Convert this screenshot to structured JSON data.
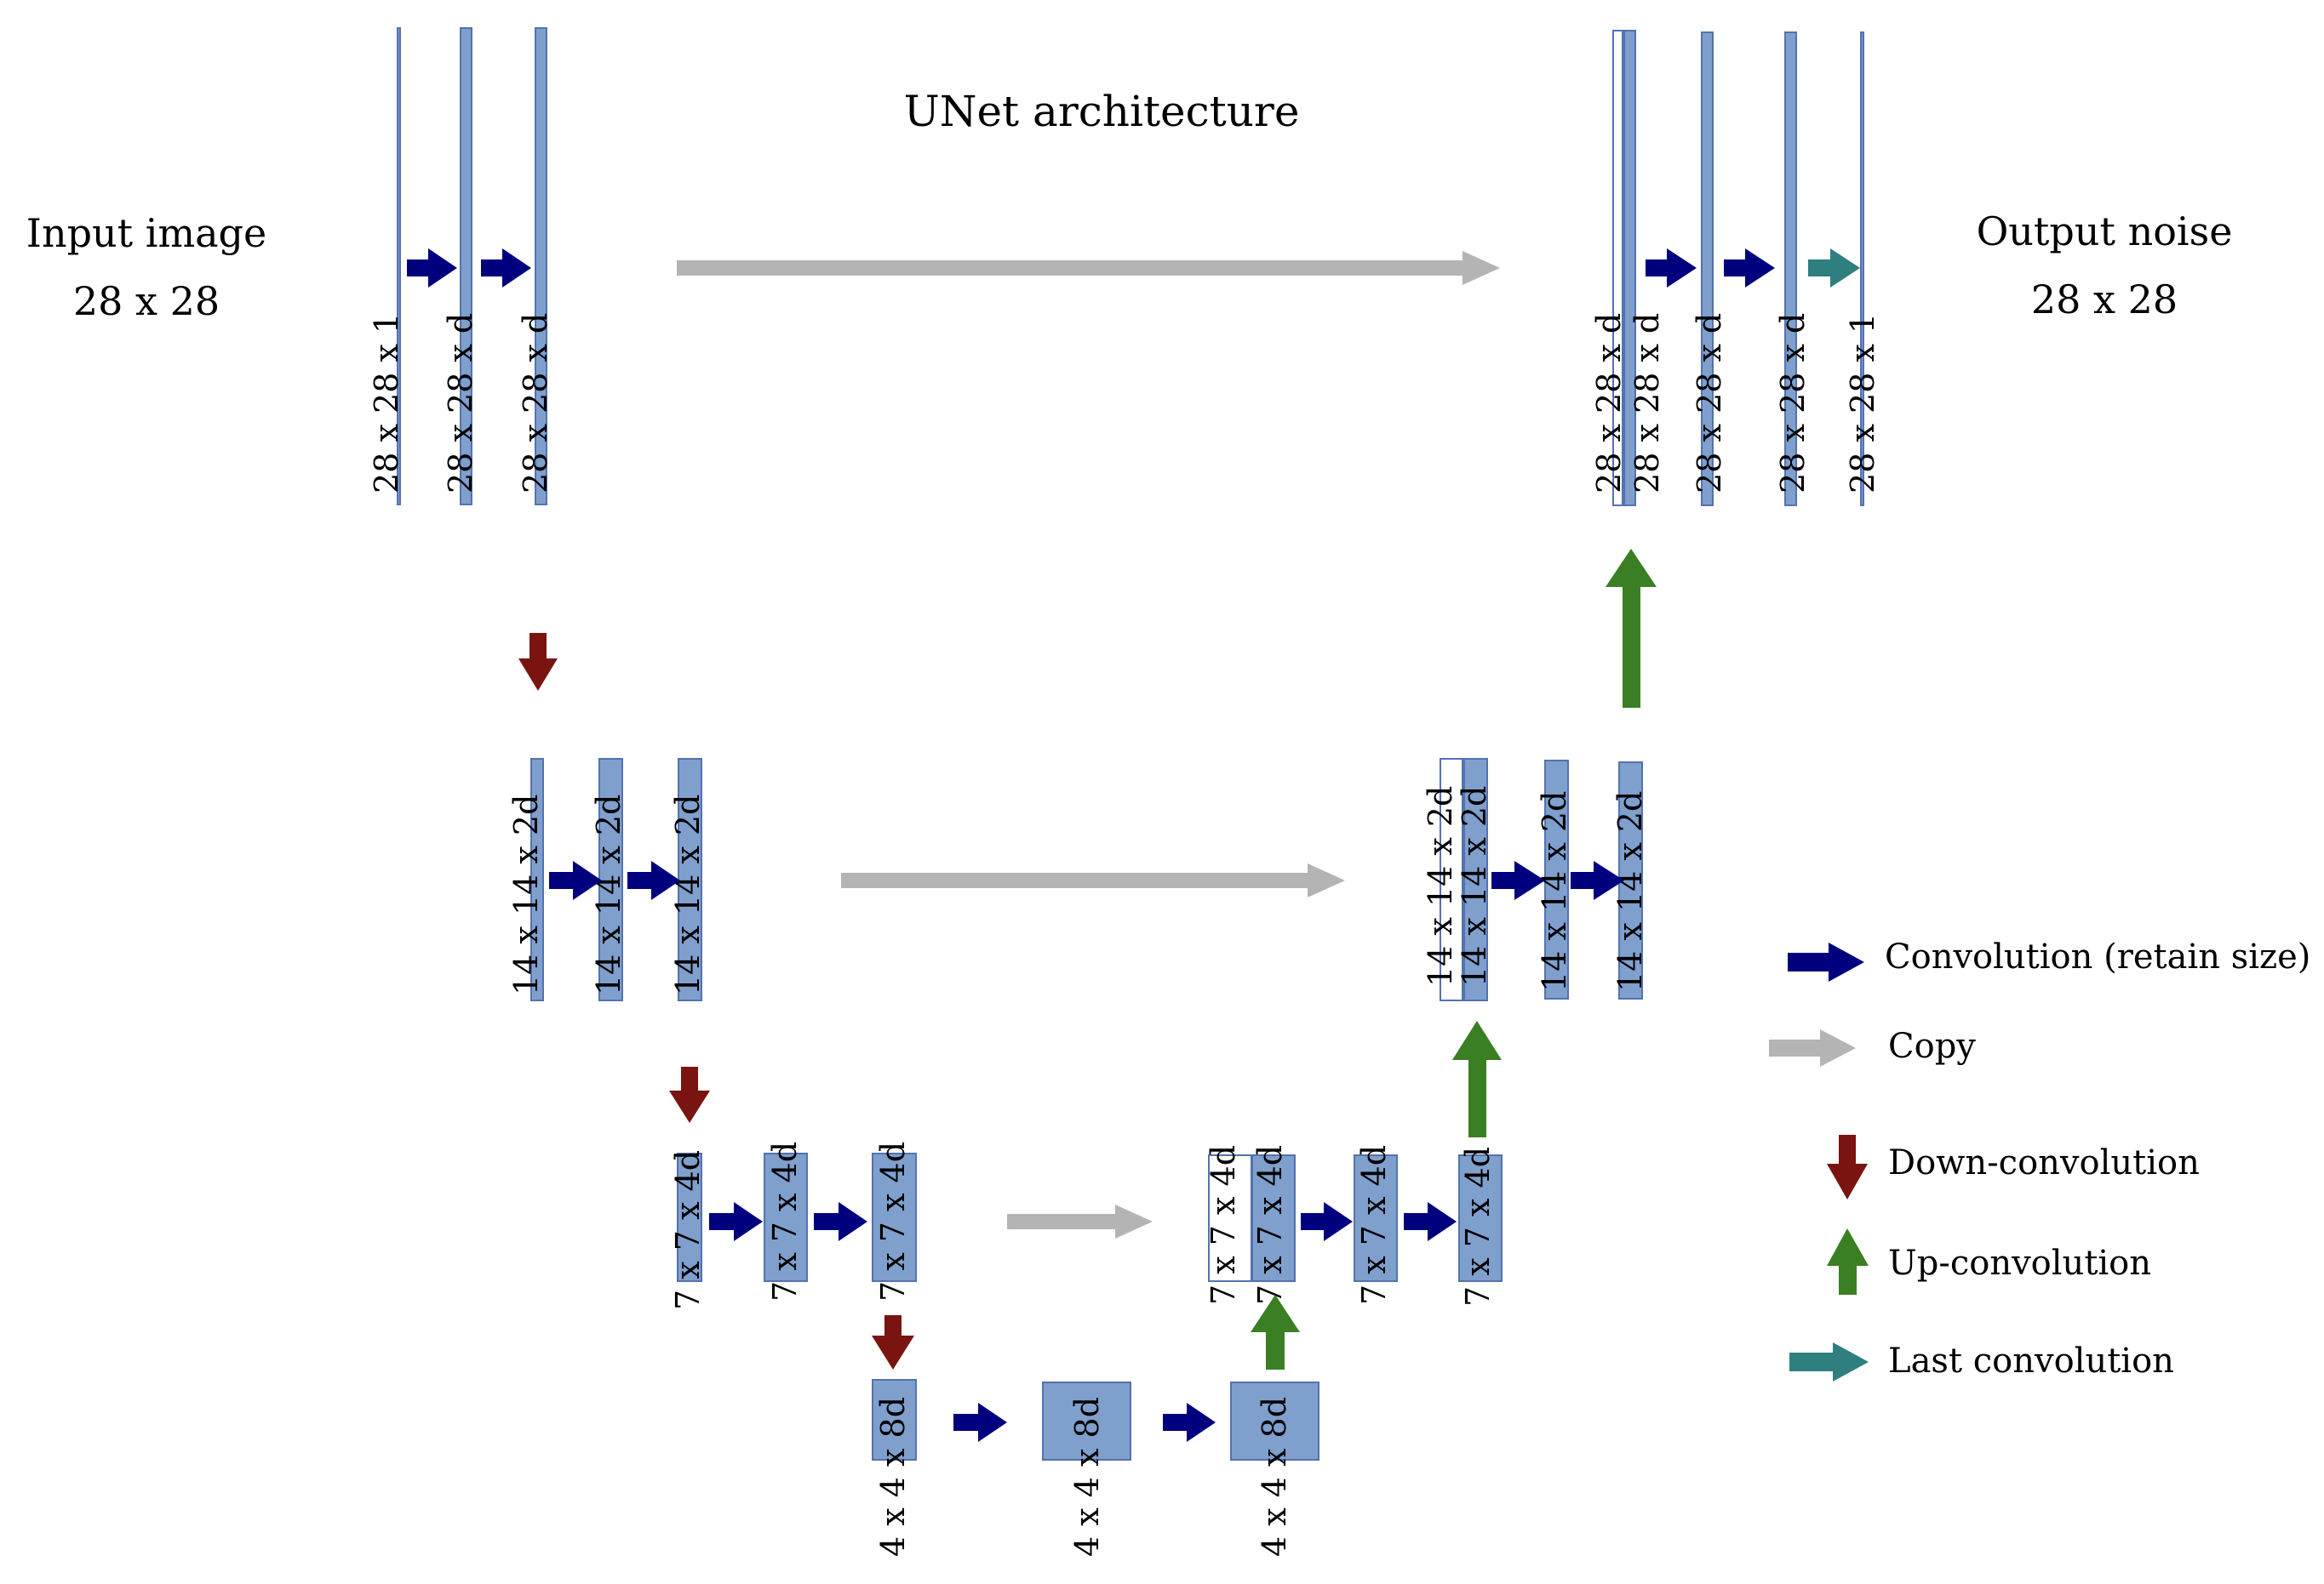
{
  "diagram": {
    "title": "UNet architecture",
    "input": {
      "label": "Input image",
      "size": "28 x 28"
    },
    "output": {
      "label": "Output noise",
      "size": "28 x 28"
    },
    "colors": {
      "block_fill": "#7f9fcd",
      "block_stroke": "#5472b0",
      "convolution": "#00007f",
      "copy": "#b4b4b4",
      "down_convolution": "#7a1410",
      "up_convolution": "#3a7f24",
      "last_convolution": "#2f7f7f"
    },
    "legend": [
      {
        "kind": "convolution",
        "label": "Convolution (retain size)"
      },
      {
        "kind": "copy",
        "label": "Copy"
      },
      {
        "kind": "down_convolution",
        "label": "Down-convolution"
      },
      {
        "kind": "up_convolution",
        "label": "Up-convolution"
      },
      {
        "kind": "last_convolution",
        "label": "Last convolution"
      }
    ],
    "encoder": {
      "level1": [
        "28 x 28 x 1",
        "28 x 28 x d",
        "28 x 28 x d"
      ],
      "level2": [
        "14 x 14 x 2d",
        "14 x 14 x 2d",
        "14 x 14 x 2d"
      ],
      "level3": [
        "7 x 7 x 4d",
        "7 x 7 x 4d",
        "7 x 7 x 4d"
      ]
    },
    "bottleneck": [
      "4 x 4 x 8d",
      "4 x 4 x 8d",
      "4 x 4 x 8d"
    ],
    "decoder": {
      "level3": {
        "copied": "7 x 7 x 4d",
        "blocks": [
          "7 x 7 x 4d",
          "7 x 7 x 4d",
          "7 x 7 x 4d"
        ]
      },
      "level2": {
        "copied": "14 x 14 x 2d",
        "blocks": [
          "14 x 14 x 2d",
          "14 x 14 x 2d",
          "14 x 14 x 2d"
        ]
      },
      "level1": {
        "copied": "28 x 28 x d",
        "blocks": [
          "28 x 28 x d",
          "28 x 28 x d",
          "28 x 28 x d",
          "28 x 28 x 1"
        ]
      }
    }
  }
}
